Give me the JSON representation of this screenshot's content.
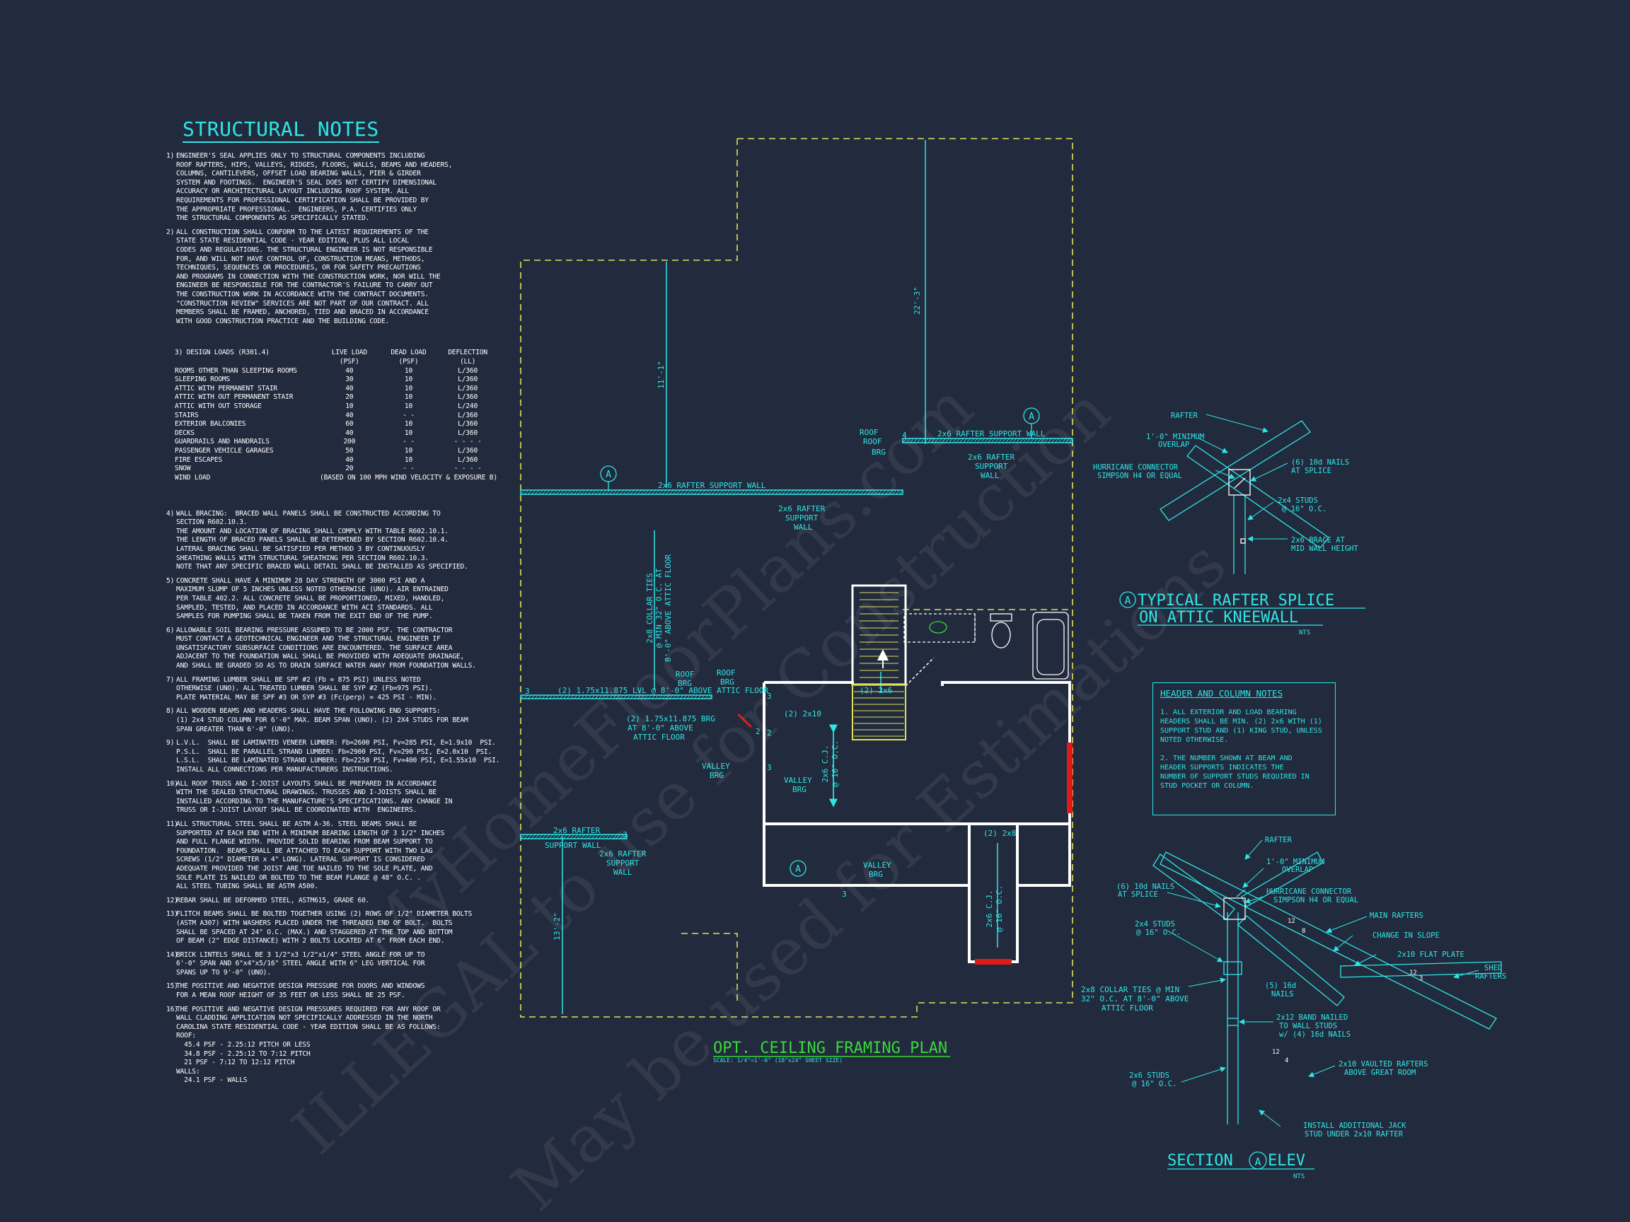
{
  "structural_notes": {
    "title": "STRUCTURAL NOTES",
    "notes": [
      {
        "num": "1)",
        "text": "ENGINEER'S SEAL APPLIES ONLY TO STRUCTURAL COMPONENTS INCLUDING\nROOF RAFTERS, HIPS, VALLEYS, RIDGES, FLOORS, WALLS, BEAMS AND HEADERS,\nCOLUMNS, CANTILEVERS, OFFSET LOAD BEARING WALLS, PIER & GIRDER\nSYSTEM AND FOOTINGS.  ENGINEER'S SEAL DOES NOT CERTIFY DIMENSIONAL\nACCURACY OR ARCHITECTURAL LAYOUT INCLUDING ROOF SYSTEM. ALL\nREQUIREMENTS FOR PROFESSIONAL CERTIFICATION SHALL BE PROVIDED BY\nTHE APPROPRIATE PROFESSIONAL.  ENGINEERS, P.A. CERTIFIES ONLY\nTHE STRUCTURAL COMPONENTS AS SPECIFICALLY STATED."
      },
      {
        "num": "2)",
        "text": "ALL CONSTRUCTION SHALL CONFORM TO THE LATEST REQUIREMENTS OF THE\nSTATE STATE RESIDENTIAL CODE - YEAR EDITION, PLUS ALL LOCAL\nCODES AND REGULATIONS. THE STRUCTURAL ENGINEER IS NOT RESPONSIBLE\nFOR, AND WILL NOT HAVE CONTROL OF, CONSTRUCTION MEANS, METHODS,\nTECHNIQUES, SEQUENCES OR PROCEDURES, OR FOR SAFETY PRECAUTIONS\nAND PROGRAMS IN CONNECTION WITH THE CONSTRUCTION WORK, NOR WILL THE\nENGINEER BE RESPONSIBLE FOR THE CONTRACTOR'S FAILURE TO CARRY OUT\nTHE CONSTRUCTION WORK IN ACCORDANCE WITH THE CONTRACT DOCUMENTS.\n\"CONSTRUCTION REVIEW\" SERVICES ARE NOT PART OF OUR CONTRACT. ALL\nMEMBERS SHALL BE FRAMED, ANCHORED, TIED AND BRACED IN ACCORDANCE\nWITH GOOD CONSTRUCTION PRACTICE AND THE BUILDING CODE."
      }
    ],
    "design_loads": {
      "label": "3) DESIGN LOADS (R301.4)",
      "col_live": "LIVE LOAD",
      "col_dead": "DEAD LOAD",
      "col_defl": "DEFLECTION",
      "unit_live": "(PSF)",
      "unit_dead": "(PSF)",
      "unit_defl": "(LL)",
      "rows": [
        {
          "name": "ROOMS OTHER THAN SLEEPING ROOMS",
          "live": "40",
          "dead": "10",
          "defl": "L/360"
        },
        {
          "name": "SLEEPING ROOMS",
          "live": "30",
          "dead": "10",
          "defl": "L/360"
        },
        {
          "name": "ATTIC WITH PERMANENT STAIR",
          "live": "40",
          "dead": "10",
          "defl": "L/360"
        },
        {
          "name": "ATTIC WITH OUT PERMANENT STAIR",
          "live": "20",
          "dead": "10",
          "defl": "L/360"
        },
        {
          "name": "ATTIC WITH OUT STORAGE",
          "live": "10",
          "dead": "10",
          "defl": "L/240"
        },
        {
          "name": "STAIRS",
          "live": "40",
          "dead": "- -",
          "defl": "L/360"
        },
        {
          "name": "EXTERIOR BALCONIES",
          "live": "60",
          "dead": "10",
          "defl": "L/360"
        },
        {
          "name": "DECKS",
          "live": "40",
          "dead": "10",
          "defl": "L/360"
        },
        {
          "name": "GUARDRAILS AND HANDRAILS",
          "live": "200",
          "dead": "- -",
          "defl": "- - - -"
        },
        {
          "name": "PASSENGER VEHICLE GARAGES",
          "live": "50",
          "dead": "10",
          "defl": "L/360"
        },
        {
          "name": "FIRE ESCAPES",
          "live": "40",
          "dead": "10",
          "defl": "L/360"
        },
        {
          "name": "SNOW",
          "live": "20",
          "dead": "- -",
          "defl": "- - - -"
        }
      ],
      "wind_label": "WIND LOAD",
      "wind_text": "(BASED ON 100 MPH WIND VELOCITY & EXPOSURE B)"
    },
    "notes_b": [
      {
        "num": "4)",
        "text": "WALL BRACING:  BRACED WALL PANELS SHALL BE CONSTRUCTED ACCORDING TO\nSECTION R602.10.3.\nTHE AMOUNT AND LOCATION OF BRACING SHALL COMPLY WITH TABLE R602.10.1.\nTHE LENGTH OF BRACED PANELS SHALL BE DETERMINED BY SECTION R602.10.4.\nLATERAL BRACING SHALL BE SATISFIED PER METHOD 3 BY CONTINUOUSLY\nSHEATHING WALLS WITH STRUCTURAL SHEATHING PER SECTION R602.10.3.\nNOTE THAT ANY SPECIFIC BRACED WALL DETAIL SHALL BE INSTALLED AS SPECIFIED."
      },
      {
        "num": "5)",
        "text": "CONCRETE SHALL HAVE A MINIMUM 28 DAY STRENGTH OF 3000 PSI AND A\nMAXIMUM SLUMP OF 5 INCHES UNLESS NOTED OTHERWISE (UNO). AIR ENTRAINED\nPER TABLE 402.2. ALL CONCRETE SHALL BE PROPORTIONED, MIXED, HANDLED,\nSAMPLED, TESTED, AND PLACED IN ACCORDANCE WITH ACI STANDARDS. ALL\nSAMPLES FOR PUMPING SHALL BE TAKEN FROM THE EXIT END OF THE PUMP."
      },
      {
        "num": "6)",
        "text": "ALLOWABLE SOIL BEARING PRESSURE ASSUMED TO BE 2000 PSF. THE CONTRACTOR\nMUST CONTACT A GEOTECHNICAL ENGINEER AND THE STRUCTURAL ENGINEER IF\nUNSATISFACTORY SUBSURFACE CONDITIONS ARE ENCOUNTERED. THE SURFACE AREA\nADJACENT TO THE FOUNDATION WALL SHALL BE PROVIDED WITH ADEQUATE DRAINAGE,\nAND SHALL BE GRADED SO AS TO DRAIN SURFACE WATER AWAY FROM FOUNDATION WALLS."
      },
      {
        "num": "7)",
        "text": "ALL FRAMING LUMBER SHALL BE SPF #2 (Fb = 875 PSI) UNLESS NOTED\nOTHERWISE (UNO). ALL TREATED LUMBER SHALL BE SYP #2 (Fb=975 PSI).\nPLATE MATERIAL MAY BE SPF #3 OR SYP #3 (Fc(perp) = 425 PSI - MIN)."
      },
      {
        "num": "8)",
        "text": "ALL WOODEN BEAMS AND HEADERS SHALL HAVE THE FOLLOWING END SUPPORTS:\n(1) 2x4 STUD COLUMN FOR 6'-0\" MAX. BEAM SPAN (UNO). (2) 2X4 STUDS FOR BEAM\nSPAN GREATER THAN 6'-0\" (UNO)."
      },
      {
        "num": "9)",
        "text": "L.V.L.  SHALL BE LAMINATED VENEER LUMBER: Fb=2600 PSI, Fv=285 PSI, E=1.9x10  PSI.\nP.S.L.  SHALL BE PARALLEL STRAND LUMBER: Fb=2900 PSI, Fv=290 PSI, E=2.0x10  PSI.\nL.S.L.  SHALL BE LAMINATED STRAND LUMBER: Fb=2250 PSI, Fv=400 PSI, E=1.55x10  PSI.\nINSTALL ALL CONNECTIONS PER MANUFACTURERS INSTRUCTIONS."
      },
      {
        "num": "10)",
        "text": "ALL ROOF TRUSS AND I-JOIST LAYOUTS SHALL BE PREPARED IN ACCORDANCE\nWITH THE SEALED STRUCTURAL DRAWINGS. TRUSSES AND I-JOISTS SHALL BE\nINSTALLED ACCORDING TO THE MANUFACTURE'S SPECIFICATIONS. ANY CHANGE IN\nTRUSS OR I-JOIST LAYOUT SHALL BE COORDINATED WITH  ENGINEERS."
      },
      {
        "num": "11)",
        "text": "ALL STRUCTURAL STEEL SHALL BE ASTM A-36. STEEL BEAMS SHALL BE\nSUPPORTED AT EACH END WITH A MINIMUM BEARING LENGTH OF 3 1/2\" INCHES\nAND FULL FLANGE WIDTH. PROVIDE SOLID BEARING FROM BEAM SUPPORT TO\nFOUNDATION.  BEAMS SHALL BE ATTACHED TO EACH SUPPORT WITH TWO LAG\nSCREWS (1/2\" DIAMETER x 4\" LONG). LATERAL SUPPORT IS CONSIDERED\nADEQUATE PROVIDED THE JOIST ARE TOE NAILED TO THE SOLE PLATE, AND\nSOLE PLATE IS NAILED OR BOLTED TO THE BEAM FLANGE @ 48\" O.C. .\nALL STEEL TUBING SHALL BE ASTM A500."
      },
      {
        "num": "12)",
        "text": "REBAR SHALL BE DEFORMED STEEL, ASTM615, GRADE 60."
      },
      {
        "num": "13)",
        "text": "FLITCH BEAMS SHALL BE BOLTED TOGETHER USING (2) ROWS OF 1/2\" DIAMETER BOLTS\n(ASTM A307) WITH WASHERS PLACED UNDER THE THREADED END OF BOLT.  BOLTS\nSHALL BE SPACED AT 24\" O.C. (MAX.) AND STAGGERED AT THE TOP AND BOTTOM\nOF BEAM (2\" EDGE DISTANCE) WITH 2 BOLTS LOCATED AT 6\" FROM EACH END."
      },
      {
        "num": "14)",
        "text": "BRICK LINTELS SHALL BE 3 1/2\"x3 1/2\"x1/4\" STEEL ANGLE FOR UP TO\n6'-0\" SPAN AND 6\"x4\"x5/16\" STEEL ANGLE WITH 6\" LEG VERTICAL FOR\nSPANS UP TO 9'-0\" (UNO)."
      },
      {
        "num": "15)",
        "text": "THE POSITIVE AND NEGATIVE DESIGN PRESSURE FOR DOORS AND WINDOWS\nFOR A MEAN ROOF HEIGHT OF 35 FEET OR LESS SHALL BE 25 PSF."
      },
      {
        "num": "16)",
        "text": "THE POSITIVE AND NEGATIVE DESIGN PRESSURES REQUIRED FOR ANY ROOF OR\nWALL CLADDING APPLICATION NOT SPECIFICALLY ADDRESSED IN THE NORTH\nCAROLINA STATE RESIDENTIAL CODE - YEAR EDITION SHALL BE AS FOLLOWS:\nROOF:\n  45.4 PSF - 2.25:12 PITCH OR LESS\n  34.8 PSF - 2.25:12 TO 7:12 PITCH\n  21 PSF - 7:12 TO 12:12 PITCH\nWALLS:\n  24.1 PSF - WALLS"
      }
    ]
  },
  "plan": {
    "title": "OPT. CEILING FRAMING PLAN",
    "scale": "SCALE: 1/4\"=1'-0\" (18\"x24\" SHEET SIZE)",
    "dim_22_3": "22'-3\"",
    "dim_11_1": "11'-1\"",
    "dim_13_2": "13'-2\"",
    "collar_ties": "2x8 COLLAR TIES",
    "collar_ties_2": "@ MIN 32\" O.C. AT",
    "collar_ties_3": "8'-0\" ABOVE ATTIC FLOOR",
    "rafter_support_wall": "2x6 RAFTER SUPPORT WALL",
    "rafter_support_top": "2x6 RAFTER SUPPORT WALL",
    "rafter_support_l1": "2x6 RAFTER",
    "rafter_support_l2": "SUPPORT",
    "rafter_support_l3": "WALL",
    "roof_brg_a": "ROOF",
    "roof_brg_b": "BRG",
    "lvl_beam": "(2) 1.75x11.875 LVL @ 8'-0\" ABOVE ATTIC FLOOR",
    "lvl_callout_1": "(2) 1.75x11.875 BRG",
    "lvl_callout_2": "AT 8'-0\" ABOVE",
    "lvl_callout_3": "ATTIC FLOOR",
    "valley_a": "VALLEY",
    "valley_b": "BRG",
    "two_2x10": "(2) 2x10",
    "two_2x6": "(2) 2x6",
    "two_2x8": "(2) 2x8",
    "cj_16": "2x6 C.J.",
    "cj_16b": "@ 16\" O.C.",
    "left_support_1": "2x6 RAFTER",
    "left_support_2": "SUPPORT WALL",
    "collar_bottom_1": "2x8 COLLAR TIES @ MIN",
    "collar_bottom_2": "32\" O.C. AT 8'-0\" ABOVE",
    "collar_bottom_3": "ATTIC FLOOR",
    "tag_a": "A",
    "n3": "3",
    "n2": "2",
    "n4": "4"
  },
  "splice_detail": {
    "rafter": "RAFTER",
    "overlap_1": "1'-0\" MINIMUM",
    "overlap_2": "OVERLAP",
    "hurricane_1": "HURRICANE CONNECTOR",
    "hurricane_2": "SIMPSON H4 OR EQUAL",
    "nails_1": "(6) 10d NAILS",
    "nails_2": "AT SPLICE",
    "studs_1": "2x4 STUDS",
    "studs_2": "@ 16\" O.C.",
    "brace_1": "2x6 BRACE AT",
    "brace_2": "MID WALL HEIGHT",
    "title_tag": "A",
    "title_1": "TYPICAL RAFTER SPLICE",
    "title_2": "ON ATTIC KNEEWALL",
    "nts": "NTS"
  },
  "header_notes": {
    "title": "HEADER AND COLUMN NOTES",
    "p1": "1. ALL EXTERIOR AND LOAD BEARING\nHEADERS SHALL BE MIN. (2) 2x6 WITH (1)\nSUPPORT STUD AND (1) KING STUD, UNLESS\nNOTED OTHERWISE.",
    "p2": "2. THE NUMBER SHOWN AT BEAM AND\nHEADER SUPPORTS INDICATES THE\nNUMBER OF SUPPORT STUDS REQUIRED IN\nSTUD POCKET OR COLUMN."
  },
  "section_detail": {
    "rafter": "RAFTER",
    "overlap_1": "1'-0\" MINIMUM",
    "overlap_2": "OVERLAP",
    "nails_1": "(6) 10d NAILS",
    "nails_2": "AT SPLICE",
    "hurricane_1": "HURRICANE CONNECTOR",
    "hurricane_2": "SIMPSON H4 OR EQUAL",
    "main_rafters": "MAIN RAFTERS",
    "change_slope": "CHANGE IN SLOPE",
    "flat_plate": "2x10 FLAT PLATE",
    "shed_1": "SHED",
    "shed_2": "RAFTERS",
    "studs_1": "2x4 STUDS",
    "studs_2": "@ 16\" O.C.",
    "nails16_1": "(5) 16d",
    "nails16_2": "NAILS",
    "band_1": "2x12 BAND NAILED",
    "band_2": "TO WALL STUDS",
    "band_3": "w/ (4) 16d NAILS",
    "vaulted_1": "2x10 VAULTED RAFTERS",
    "vaulted_2": "ABOVE GREAT ROOM",
    "studs6_1": "2x6 STUDS",
    "studs6_2": "@ 16\" O.C.",
    "jack_1": "INSTALL ADDITIONAL JACK",
    "jack_2": "STUD UNDER 2x10 RAFTER",
    "pitch_12": "12",
    "pitch_8": "8",
    "pitch_3": "3",
    "pitch_4": "4",
    "title_a": "SECTION",
    "title_tag": "A",
    "title_b": "ELEV",
    "nts": "NTS"
  },
  "watermark": {
    "line1": "ILLEGAL to use for Construction",
    "line2": "MyHomeFloorPlans.com",
    "line3": "May be used for Estimations"
  },
  "colors": {
    "background": "#222a3d",
    "cyan": "#2ee6e6",
    "yellow": "#e0e05a",
    "green": "#3ad83a",
    "red": "#e01a1a",
    "white": "#ffffff"
  }
}
